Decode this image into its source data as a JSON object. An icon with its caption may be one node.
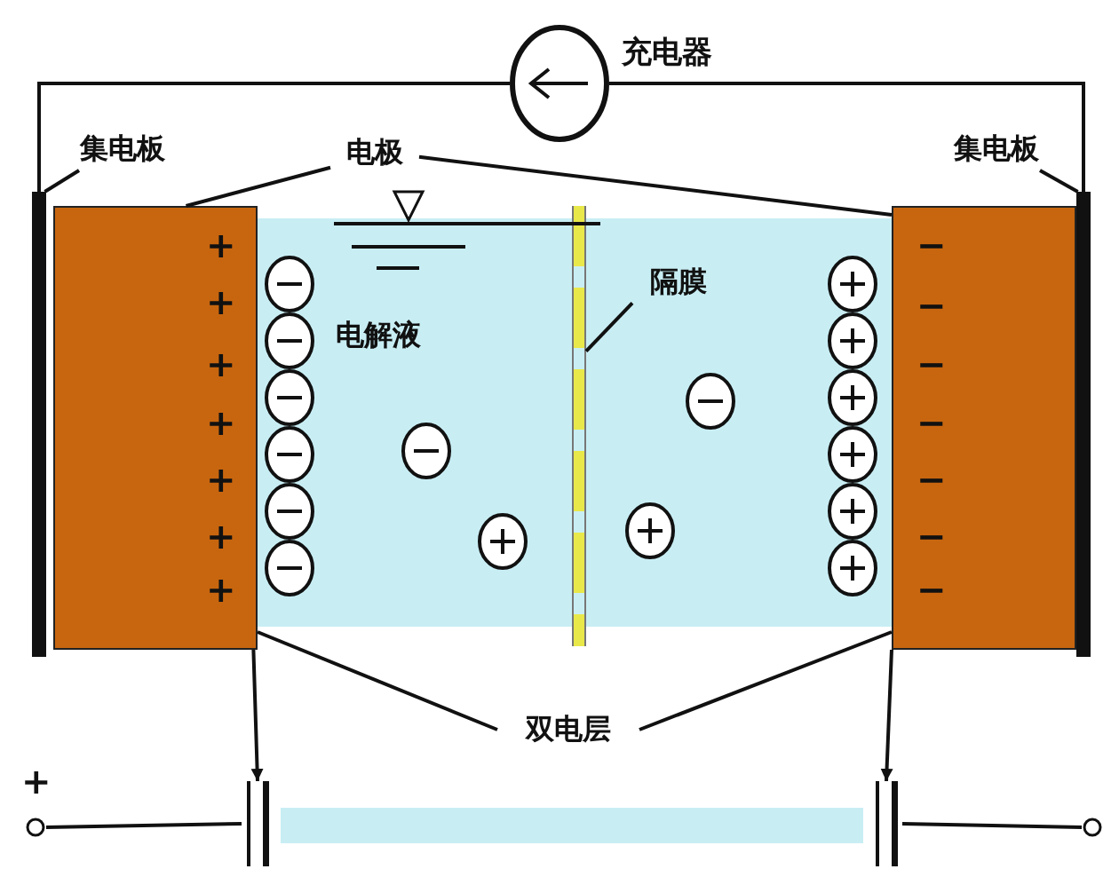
{
  "diagram": {
    "nodes": [
      {
        "text": [],
        "shape": "circle",
        "beside": [
          "充电器"
        ]
      },
      {
        "text": [
          "集电板"
        ]
      },
      {
        "text": [],
        "shape": "bar"
      },
      {
        "text": [
          "电极"
        ]
      },
      {
        "text": [],
        "shape": "box"
      },
      {
        "text": [
          "集电板"
        ]
      },
      {
        "text": [],
        "shape": "bar"
      },
      {
        "text": [],
        "shape": "box"
      },
      {
        "text": [
          "电解液"
        ]
      },
      {
        "text": [
          "隔膜"
        ],
        "in": 8
      },
      {
        "text": [],
        "shape": "bar"
      },
      {
        "text": [
          "双电层"
        ]
      },
      {
        "text": [],
        "shape": "capacitor"
      },
      {
        "text": [],
        "shape": "capacitor"
      },
      {
        "text": [],
        "shape": "circle"
      },
      {
        "text": [],
        "shape": "circle"
      },
      {
        "text": [],
        "shape": "band"
      }
    ],
    "edges": [
      {
        "from": 1,
        "to": 2,
        "arrow": "none"
      },
      {
        "from": 3,
        "to": 4,
        "arrow": "none"
      },
      {
        "from": 3,
        "to": 7,
        "arrow": "none"
      },
      {
        "from": 5,
        "to": 10,
        "arrow": "none"
      },
      {
        "from": 9,
        "to": 6,
        "arrow": "none"
      },
      {
        "from": 11,
        "to": 4,
        "arrow": "none"
      },
      {
        "from": 11,
        "to": 7,
        "arrow": "none"
      },
      {
        "from": 0,
        "to": 2,
        "arrow": "none"
      },
      {
        "from": 0,
        "to": 10,
        "arrow": "none"
      },
      {
        "from": 4,
        "to": 12,
        "arrow": "to"
      },
      {
        "from": 7,
        "to": 13,
        "arrow": "to"
      },
      {
        "from": 14,
        "to": 12,
        "arrow": "none"
      },
      {
        "from": 13,
        "to": 15,
        "arrow": "none"
      }
    ],
    "labels": [
      "+",
      "+",
      "+",
      "+",
      "+",
      "+",
      "+",
      "−",
      "−",
      "−",
      "−",
      "−",
      "−",
      "−",
      "+"
    ]
  }
}
